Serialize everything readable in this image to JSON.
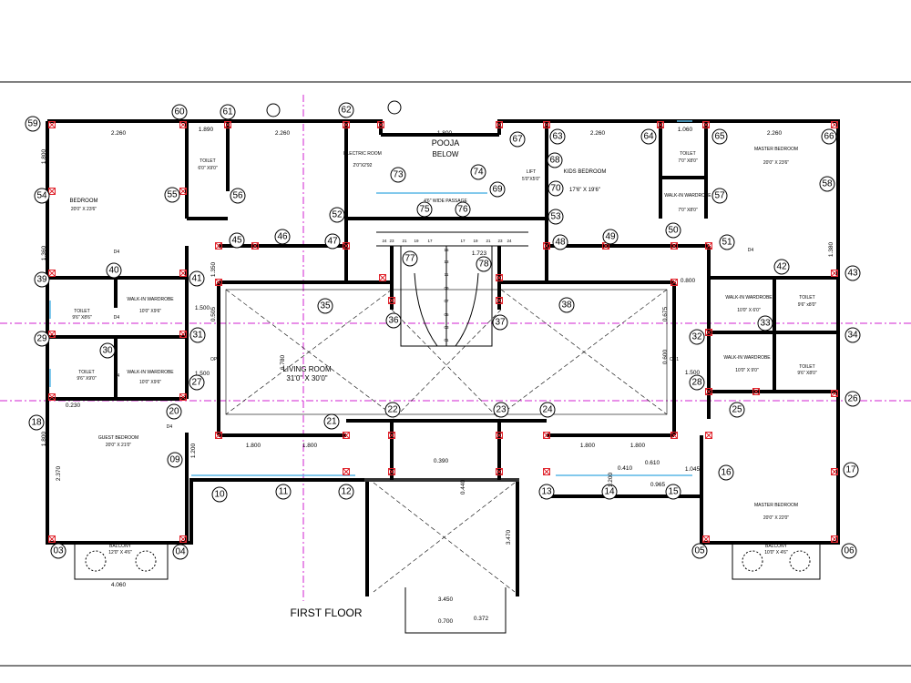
{
  "drawing_title": "FIRST FLOOR",
  "rooms": {
    "bedroom": {
      "name": "BEDROOM",
      "size": "20'0\" X 23'6\""
    },
    "toilet_top": {
      "name": "TOILET",
      "size": "6'0\" X9'0\""
    },
    "electric_room": {
      "name": "ELECTRIC ROOM",
      "size": "2'0\"X2'92"
    },
    "pooja": {
      "name": "POOJA",
      "size": "BELOW"
    },
    "lift": {
      "name": "LIFT",
      "size": "5'0\"X5'0\""
    },
    "kids_bedroom": {
      "name": "KIDS BEDROOM",
      "size": "17'6\" X 19'6\""
    },
    "toilet_kids": {
      "name": "TOILET",
      "size": "7'0\" X8'0\""
    },
    "walkin_kids": {
      "name": "WALK-IN WARDROBE",
      "size": "7'0\" X8'0\""
    },
    "master_top": {
      "name": "MASTER BEDROOM",
      "size": "20'0\" X 23'6\""
    },
    "passage": {
      "name": "4'6\" WIDE PASSAGE"
    },
    "living": {
      "name": "LIVING ROOM",
      "size": "31'0\" X 30'0\""
    },
    "toilet_l1": {
      "name": "TOILET",
      "size": "9'6\" X8'6\""
    },
    "walkin_l1": {
      "name": "WALK-IN WARDROBE",
      "size": "10'0\" X9'6\""
    },
    "toilet_l2": {
      "name": "TOILET",
      "size": "9'6\" X9'0\""
    },
    "walkin_l2": {
      "name": "WALK-IN WARDROBE",
      "size": "10'0\" X9'6\""
    },
    "guest": {
      "name": "GUEST BEDROOM",
      "size": "20'0\" X 21'0\""
    },
    "balcony_l": {
      "name": "BALCONY",
      "size": "12'0\" X 4'6\""
    },
    "walkin_r1": {
      "name": "WALK-IN WARDROBE",
      "size": "10'0\" X 6'0\""
    },
    "toilet_r1": {
      "name": "TOILET",
      "size": "9'6\" x8'0\""
    },
    "walkin_r2": {
      "name": "WALK-IN WARDROBE",
      "size": "10'0\" X 9'0\""
    },
    "toilet_r2": {
      "name": "TOILET",
      "size": "9'6\" X8'0\""
    },
    "master_bottom": {
      "name": "MASTER BEDROOM",
      "size": "20'0\" X 22'0\""
    },
    "balcony_r": {
      "name": "BALCONY",
      "size": "10'0\" X 4'6\""
    }
  },
  "dimensions": {
    "d1": "2.260",
    "d2": "1.890",
    "d3": "2.260",
    "d4": "1.800",
    "d5": "2.260",
    "d6": "1.060",
    "d7": "2.260",
    "d8": "1.800",
    "d9": "1.360",
    "d10": "1.500",
    "d11": "1.500",
    "d12": "0.230",
    "d13": "1.800",
    "d14": "0.800",
    "d15": "0.505",
    "d16": "6.780",
    "d17": "1.800",
    "d18": "1.800",
    "d19": "1.800",
    "d20": "1.800",
    "d21": "0.390",
    "d22": "0.440",
    "d23": "0.410",
    "d24": "0.610",
    "d25": "1.045",
    "d26": "0.965",
    "d27": "1.200",
    "d28": "3.470",
    "d29": "3.450",
    "d30": "0.700",
    "d31": "0.372",
    "d32": "4.060",
    "d33": "1.723",
    "d34": "1.200",
    "d35": "1.500",
    "d36": "2.370",
    "d37": "1.350",
    "d38": "0.675",
    "d39": "0.600",
    "d40": "1.380"
  },
  "door_tag": "D4",
  "opening_tag": "OP1",
  "stair_numbers": [
    "24",
    "23",
    "21",
    "19",
    "17",
    "15",
    "13",
    "11",
    "09",
    "07",
    "05",
    "03",
    "01",
    "17",
    "19",
    "21",
    "23",
    "24"
  ],
  "grid_labels": {
    "g03": "03",
    "g04": "04",
    "g05": "05",
    "g06": "06",
    "g09": "09",
    "g10": "10",
    "g11": "11",
    "g12": "12",
    "g13": "13",
    "g14": "14",
    "g15": "15",
    "g16": "16",
    "g17": "17",
    "g18": "18",
    "g20": "20",
    "g21": "21",
    "g22": "22",
    "g23": "23",
    "g24": "24",
    "g25": "25",
    "g26": "26",
    "g27": "27",
    "g28": "28",
    "g29": "29",
    "g30": "30",
    "g31": "31",
    "g32": "32",
    "g33": "33",
    "g34": "34",
    "g35": "35",
    "g36": "36",
    "g37": "37",
    "g38": "38",
    "g39": "39",
    "g40": "40",
    "g41": "41",
    "g42": "42",
    "g43": "43",
    "g45": "45",
    "g46": "46",
    "g47": "47",
    "g48": "48",
    "g49": "49",
    "g50": "50",
    "g51": "51",
    "g52": "52",
    "g53": "53",
    "g54": "54",
    "g55": "55",
    "g56": "56",
    "g57": "57",
    "g58": "58",
    "g59": "59",
    "g60": "60",
    "g61": "61",
    "g62": "62",
    "g63": "63",
    "g64": "64",
    "g65": "65",
    "g66": "66",
    "g67": "67",
    "g68": "68",
    "g69": "69",
    "g70": "70",
    "g73": "73",
    "g74": "74",
    "g75": "75",
    "g76": "76",
    "g77": "77",
    "g78": "78"
  }
}
